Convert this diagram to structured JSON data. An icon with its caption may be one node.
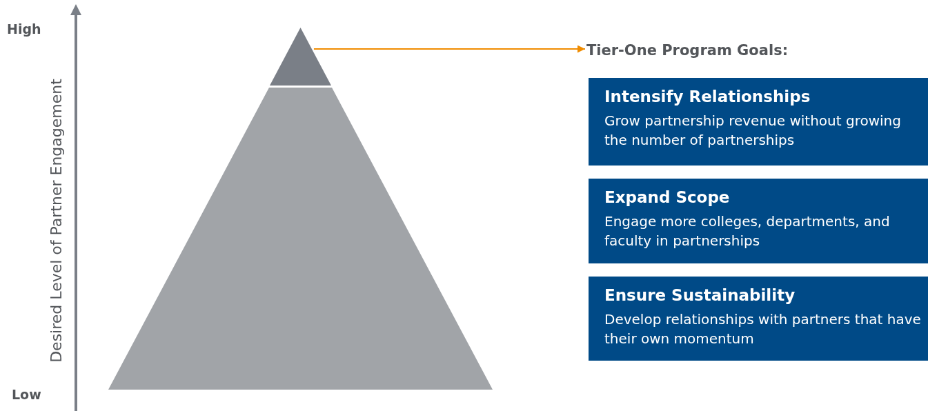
{
  "diagram": {
    "nodes": [
      {
        "text": [],
        "shape": "triangle"
      },
      {
        "text": [],
        "shape": "trapezoid"
      },
      {
        "text": [
          "Tier-One Program Goals:"
        ]
      },
      {
        "text": [
          "Intensify Relationships",
          "Grow partnership revenue without growing the number of partnerships"
        ]
      },
      {
        "text": [
          "Expand Scope",
          "Engage more colleges, departments, and faculty in partnerships"
        ]
      },
      {
        "text": [
          "Ensure Sustainability",
          "Develop relationships with partners that have their own momentum"
        ]
      }
    ],
    "edges": [
      {
        "from": 0,
        "to": 2,
        "arrow": "to"
      }
    ],
    "labels": [
      "High",
      "Desired Level of Partner Engagement",
      "Low"
    ]
  }
}
